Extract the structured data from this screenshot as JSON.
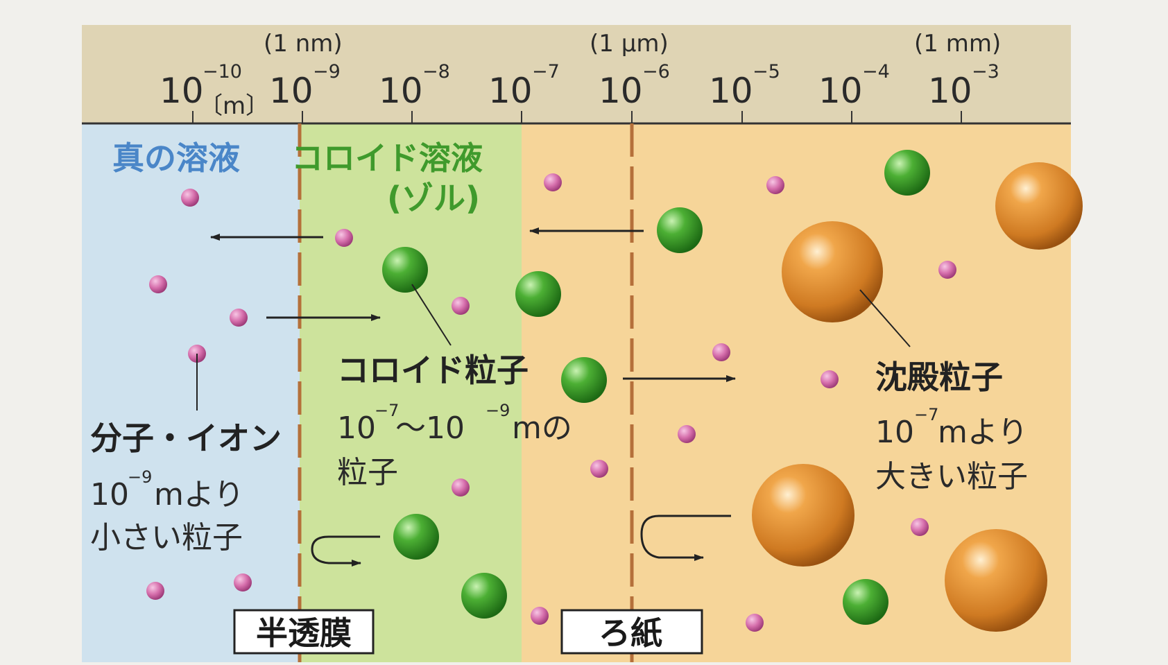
{
  "scale": {
    "ticks": [
      {
        "base": "10",
        "exp": "−10"
      },
      {
        "base": "10",
        "exp": "−9"
      },
      {
        "base": "10",
        "exp": "−8"
      },
      {
        "base": "10",
        "exp": "−7"
      },
      {
        "base": "10",
        "exp": "−6"
      },
      {
        "base": "10",
        "exp": "−5"
      },
      {
        "base": "10",
        "exp": "−4"
      },
      {
        "base": "10",
        "exp": "−3"
      }
    ],
    "unit_label": "〔m〕",
    "unit_markers": [
      "(1 nm)",
      "(1 µm)",
      "(1 mm)"
    ]
  },
  "regions": {
    "true_solution": {
      "heading": "真の溶液",
      "color": "#4a86c8"
    },
    "colloid_solution": {
      "heading": "コロイド溶液",
      "subheading": "(ゾル)",
      "color": "#3f9a2c"
    }
  },
  "labels": {
    "molecule_ion": {
      "title": "分子・イオン",
      "line1_base": "10",
      "line1_exp": "−9",
      "line1_tail": "mより",
      "line2": "小さい粒子"
    },
    "colloid_particle": {
      "title": "コロイド粒子",
      "line1_a": "10",
      "line1_exp_a": "−7",
      "line1_b": "〜10",
      "line1_exp_b": "−9",
      "line1_tail": "mの",
      "line2": "粒子"
    },
    "precipitate_particle": {
      "title": "沈殿粒子",
      "line1_base": "10",
      "line1_exp": "−7",
      "line1_tail": "mより",
      "line2": "大きい粒子"
    }
  },
  "barriers": {
    "semipermeable": {
      "label": "半透膜"
    },
    "filter_paper": {
      "label": "ろ紙"
    }
  },
  "colors": {
    "band": "#dfd4b4",
    "blue_region": "#cfe2ee",
    "green_region": "#cde39c",
    "orange_region": "#f6d599",
    "membrane": "#b5703a",
    "small_particle": "#d36aa6",
    "colloid_particle": "#3c9a2a",
    "precipitate_particle": "#d98a2d"
  }
}
